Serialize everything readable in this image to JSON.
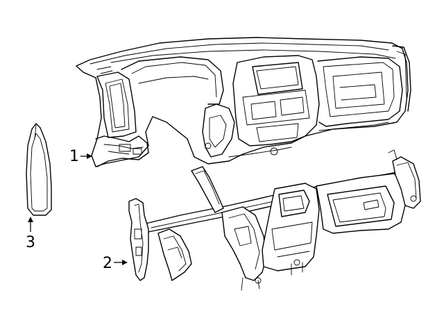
{
  "callouts": [
    {
      "id": "1",
      "label": "1"
    },
    {
      "id": "2",
      "label": "2"
    },
    {
      "id": "3",
      "label": "3"
    }
  ],
  "colors": {
    "line": "#000000",
    "background": "#ffffff"
  }
}
